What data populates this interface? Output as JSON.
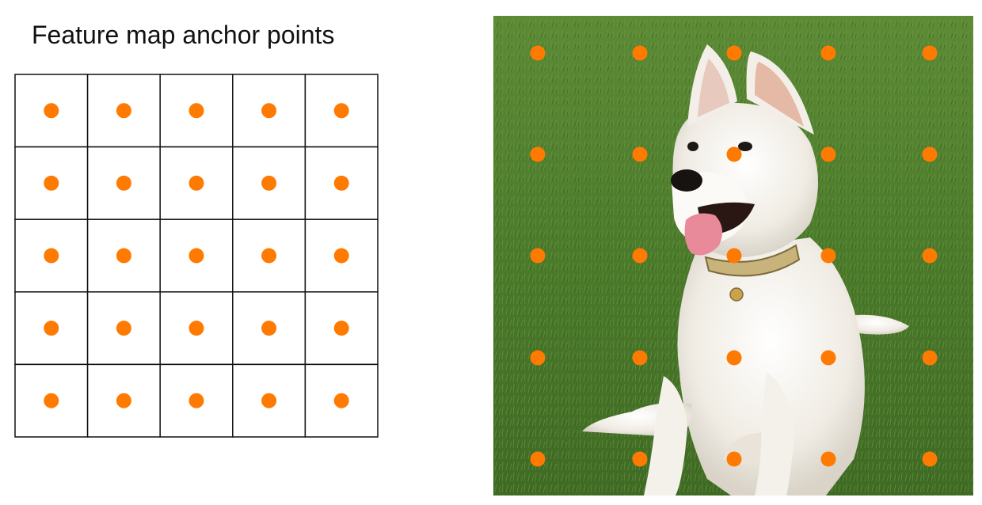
{
  "diagram": {
    "title": "Feature map anchor points",
    "grid": {
      "rows": 5,
      "cols": 5
    },
    "image_anchor_grid": {
      "rows": 5,
      "cols": 5
    },
    "colors": {
      "anchor": "#FF7A00",
      "grid_line": "#111111",
      "grass": "#4f7a2e",
      "dog_fur": "#f1ede6",
      "collar": "#c8b47a",
      "tongue": "#e88a9a"
    },
    "photo_subject": "white-puppy-on-grass"
  }
}
